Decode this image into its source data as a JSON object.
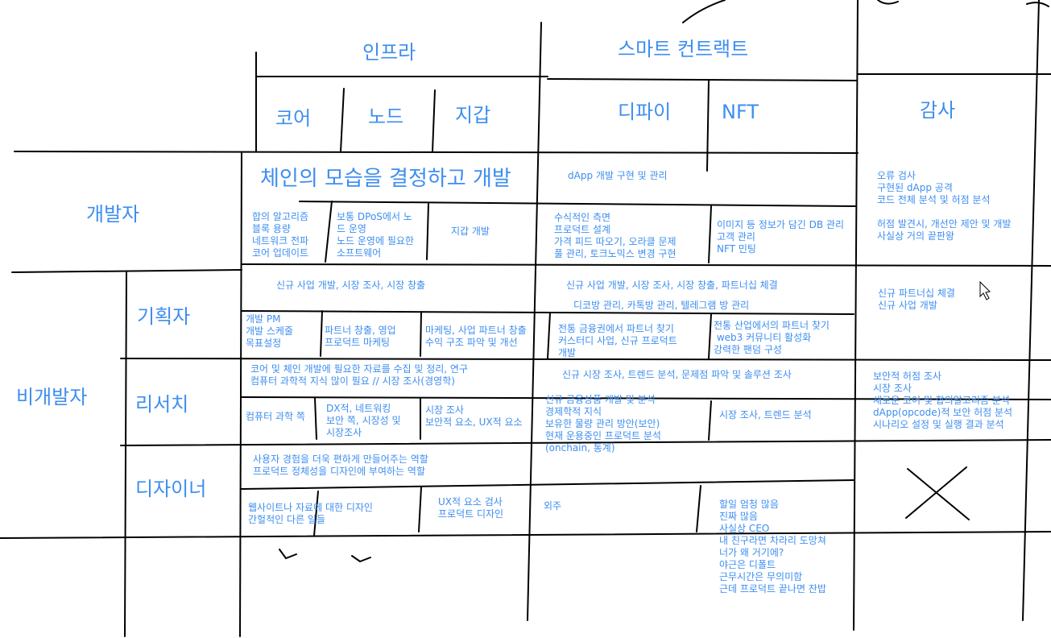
{
  "colors": {
    "text": "#3d8ef0",
    "lines": "#000000"
  },
  "columns": {
    "infra": "인프라",
    "smart_contract": "스마트 컨트랙트",
    "core": "코어",
    "node": "노드",
    "wallet": "지갑",
    "defi": "디파이",
    "nft": "NFT",
    "audit": "감사"
  },
  "rows": {
    "developer": "개발자",
    "non_developer": "비개발자",
    "planner": "기획자",
    "research": "리서치",
    "designer": "디자이너"
  },
  "cells": {
    "dev_infra_main": "체인의 모습을 결정하고 개발",
    "dev_core": "합의 알고리즘\n블록 용량\n네트워크 전파\n코어 업데이트",
    "dev_node": "보통 DPoS에서 노\n드 운영\n노드 운영에 필요한\n소프트웨어",
    "dev_wallet": "지갑 개발",
    "dev_sc_main": "dApp 개발 구현 및 관리",
    "dev_defi": "수식적인 측면\n프로덕트 설계\n가격 피드 따오기, 오라클 문제\n풀 관리, 토크노믹스 변경 구현",
    "dev_nft": "이미지 등 정보가 담긴 DB 관리\n고객 관리\nNFT 민팅",
    "dev_audit": "오류 검사\n구현된 dApp 공격\n코드 전체 분석 및 허점 분석\n\n허점 발견시, 개선안 제안 및 개발\n사실상 거의 끝판왕",
    "plan_infra_main": "신규 사업 개발, 시장 조사, 시장 창출",
    "plan_core": "개발 PM\n개발 스케줄\n목표설정",
    "plan_node": "파트너 창출, 영업\n프로덕트 마케팅",
    "plan_wallet": "마케팅, 사업 파트너 창출\n수익 구조 파악 및 개선",
    "plan_sc_main": "신규 사업 개발, 시장 조사, 시장 창출, 파트너십 체결",
    "plan_sc_sub": "디코방 관리, 카톡방 관리, 텔레그램 방 관리",
    "plan_defi": "전통 금융권에서 파트너 찾기\n커스터디 사업, 신규 프로덕트\n개발",
    "plan_nft": "전통 산업에서의 파트너 찾기\n web3 커뮤니티 활성화\n강력한 팬덤 구성",
    "plan_audit": "신규 파트너십 체결\n신규 사업 개발",
    "res_infra_main": "코어 및 체인 개발에 필요한 자료를 수집 및 정리, 연구\n컴퓨터 과학적 지식 많이 필요 // 시장 조사(경영학)",
    "res_core": "컴퓨터 과학 쪽",
    "res_node": "DX적, 네트워킹\n보안 쪽, 시장성 및\n시장조사",
    "res_wallet": "시장 조사\n보안적 요소, UX적 요소",
    "res_sc_main": "신규 시장 조사, 트렌드 분석, 문제점 파악 및 솔루션 조사",
    "res_defi": "신규 금융상품 개발 및 분석\n경제학적 지식\n보유한 물량 관리 방안(보안)\n현재 운용중인 프로덕트 분석\n(onchain, 통계)",
    "res_nft": "시장 조사, 트렌드 분석",
    "res_audit": "보안적 허점 조사\n시장 조사\n새로운 코어 및 합의알고리즘 분석\ndApp(opcode)적 보안 허점 분석\n시나리오 설정 및 실행 결과 분석",
    "des_infra_main": "사용자 경험을 더욱 편하게 만들어주는 역할\n프로덕트 정체성을 디자인에 부여하는 역할",
    "des_core": "웹사이트나 자료에 대한 디자인\n간헐적인 다른 일들",
    "des_wallet": "UX적 요소 검사\n프로덕트 디자인",
    "des_defi": "외주",
    "des_nft": "할일 엄청 많음\n진짜 많음\n사실상 CEO\n내 친구라면 차라리 도망쳐\n너가 왜 거기에?\n야근은 디폴트\n근무시간은 무의미함\n근데 프로덕트 끝나면 잔밥"
  }
}
